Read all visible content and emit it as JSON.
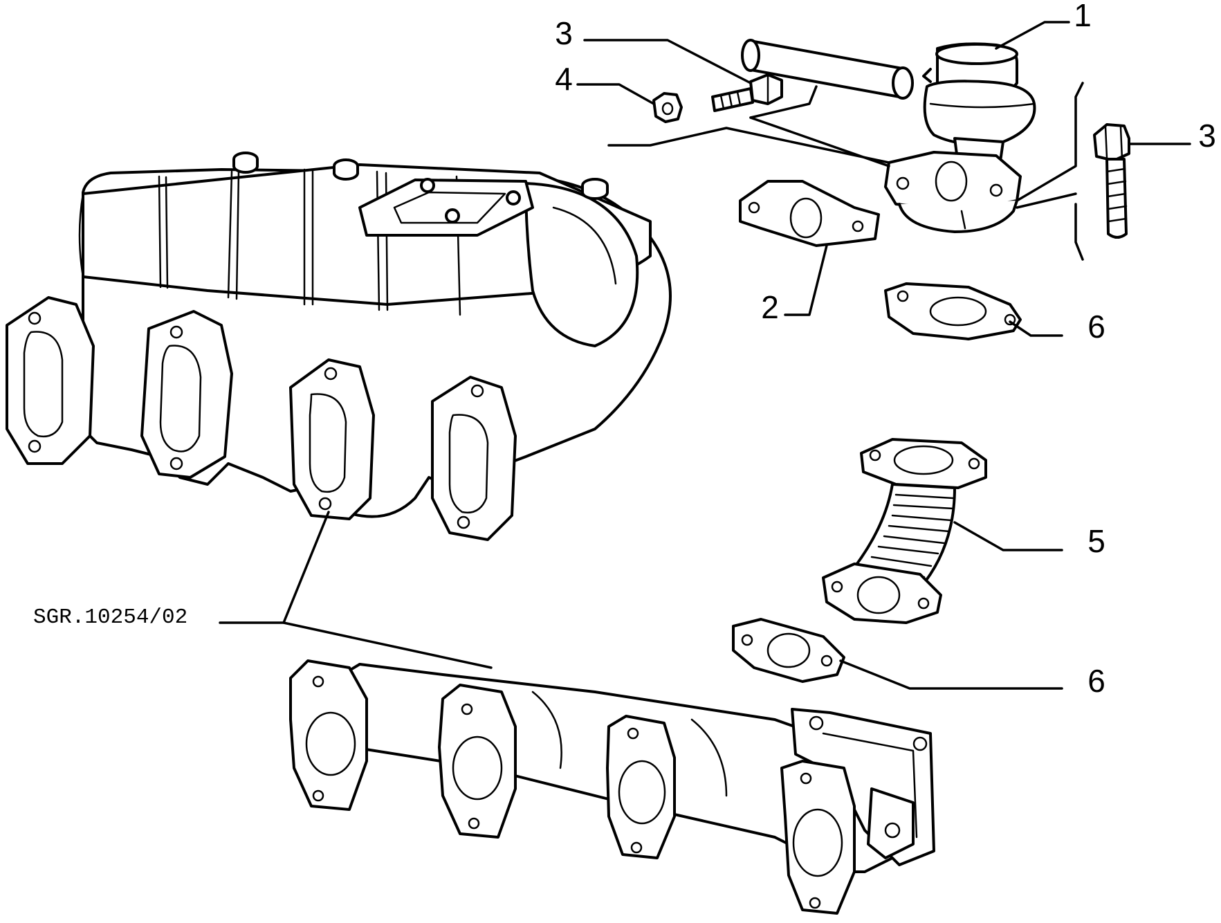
{
  "callouts": {
    "c1": "1",
    "c2": "2",
    "c3a": "3",
    "c3b": "3",
    "c4": "4",
    "c5": "5",
    "c6a": "6",
    "c6b": "6"
  },
  "drawing_code": "SGR.10254/02"
}
